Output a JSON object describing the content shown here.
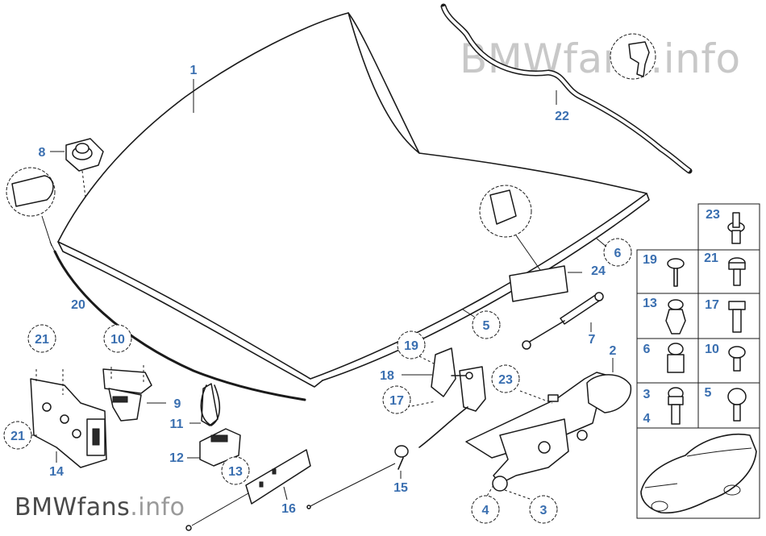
{
  "watermark_top": {
    "brand": "BMWfans",
    "tld": ".info"
  },
  "watermark_bottom": {
    "brand": "BMWfans",
    "tld": ".info"
  },
  "callouts": {
    "c1": "1",
    "c2": "2",
    "c3": "3",
    "c4": "4",
    "c5": "5",
    "c6": "6",
    "c7": "7",
    "c8": "8",
    "c9": "9",
    "c10": "10",
    "c11": "11",
    "c12": "12",
    "c13": "13",
    "c14": "14",
    "c15": "15",
    "c16": "16",
    "c17": "17",
    "c18": "18",
    "c19": "19",
    "c20": "20",
    "c21": "21",
    "c21b": "21",
    "c22": "22",
    "c23": "23",
    "c24": "24"
  },
  "legend": {
    "l23": "23",
    "l19": "19",
    "l21": "21",
    "l13": "13",
    "l17": "17",
    "l6": "6",
    "l10": "10",
    "l3": "3",
    "l4": "4",
    "l5": "5"
  }
}
